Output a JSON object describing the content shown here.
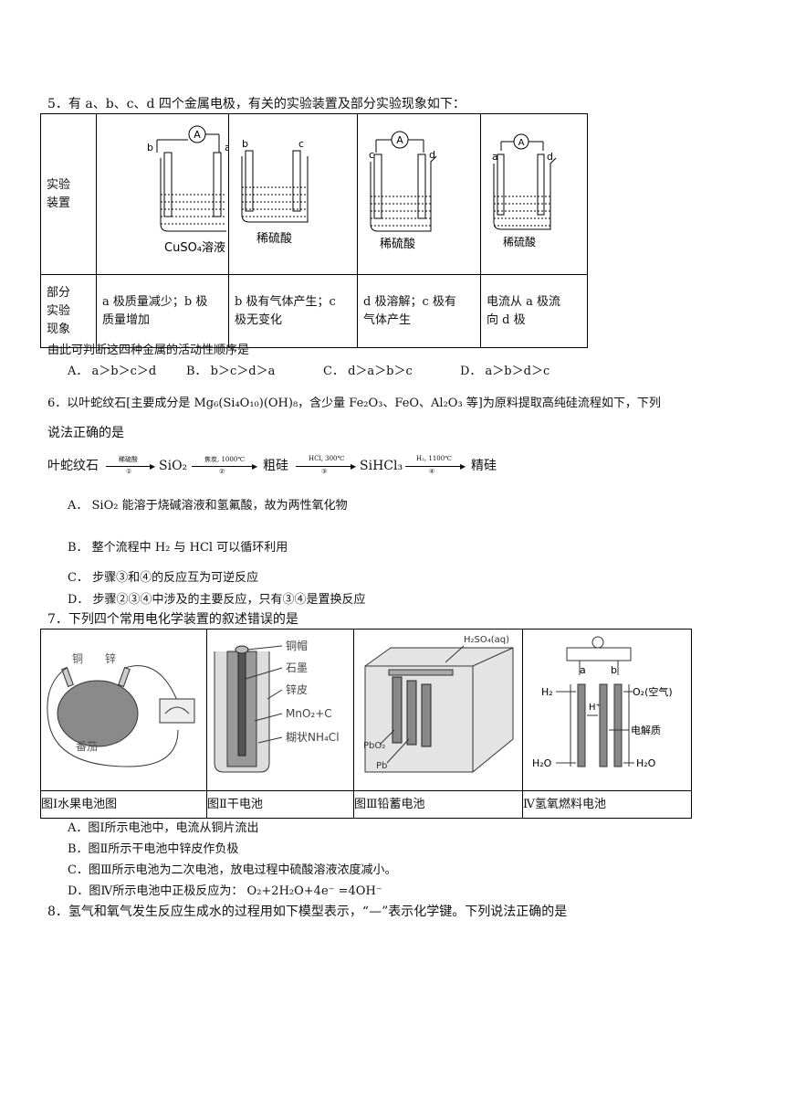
{
  "q5": {
    "stem": "5．有 a、b、c、d 四个金属电极，有关的实验装置及部分实验现象如下：",
    "row1_header": [
      "实验",
      "装置"
    ],
    "row2_header": [
      "部分",
      "实验",
      "现象"
    ],
    "apparatus": [
      {
        "left": "b",
        "right": "a",
        "meter": "A",
        "solution": "CuSO₄溶液"
      },
      {
        "left": "b",
        "right": "c",
        "solution": "稀硫酸"
      },
      {
        "left": "c",
        "right": "d",
        "meter": "A",
        "solution": "稀硫酸"
      },
      {
        "left": "a",
        "right": "d",
        "meter": "A",
        "solution": "稀硫酸"
      }
    ],
    "phenomena": [
      [
        "a 极质量减少；b 极",
        "质量增加"
      ],
      [
        "b 极有气体产生；c",
        "极无变化"
      ],
      [
        "d 极溶解；c 极有",
        "气体产生"
      ],
      [
        "电流从 a 极流",
        "向 d 极"
      ]
    ],
    "conclusion": "由此可判断这四种金属的活动性顺序是",
    "options": [
      "A． a＞b＞c＞d",
      "B． b＞c＞d＞a",
      "C． d＞a＞b＞c",
      "D． a＞b＞d＞c"
    ]
  },
  "q6": {
    "stem_a": "6．以叶蛇纹石[主要成分是 Mg₆(Si₄O₁₀)(OH)₈，含少量 Fe₂O₃、FeO、Al₂O₃ 等]为原料提取高纯硅流程如下，下列",
    "stem_b": "说法正确的是",
    "flow": {
      "s0": "叶蛇纹石",
      "s1": "SiO₂",
      "s2": "粗硅",
      "s3": "SiHCl₃",
      "s4": "精硅",
      "c1": "稀硫酸",
      "n1": "①",
      "c2": "焦炭, 1000℃",
      "n2": "②",
      "c3": "HCl, 300℃",
      "n3": "③",
      "c4": "H₂, 1100℃",
      "n4": "④"
    },
    "options": [
      "A． SiO₂ 能溶于烧碱溶液和氢氟酸，故为两性氧化物",
      "B． 整个流程中 H₂ 与 HCl 可以循环利用",
      "C． 步骤③和④的反应互为可逆反应",
      "D． 步骤②③④中涉及的主要反应，只有③④是置换反应"
    ]
  },
  "q7": {
    "stem": "7．下列四个常用电化学装置的叙述错误的是",
    "fig1": {
      "copper": "铜",
      "zinc": "锌",
      "tomato": "番茄"
    },
    "fig2": {
      "cap": "铜帽",
      "graphite": "石墨",
      "zinc": "锌皮",
      "mno2": "MnO₂+C",
      "paste": "糊状NH₄Cl"
    },
    "fig3": {
      "acid": "H₂SO₄(aq)",
      "pbo2": "PbO₂",
      "pb": "Pb"
    },
    "fig4": {
      "a": "a",
      "b": "b",
      "h2": "H₂",
      "o2": "O₂(空气)",
      "hplus": "H⁺",
      "electrolyte": "电解质",
      "h2o_left": "H₂O",
      "h2o_right": "H₂O"
    },
    "captions": [
      "图Ⅰ水果电池图",
      "图Ⅱ干电池",
      "图Ⅲ铅蓄电池",
      "Ⅳ氢氧燃料电池"
    ],
    "options": [
      "A．图Ⅰ所示电池中，电流从铜片流出",
      "B．图Ⅱ所示干电池中锌皮作负极",
      "C．图Ⅲ所示电池为二次电池，放电过程中硫酸溶液浓度减小。",
      "D．图Ⅳ所示电池中正极反应为： O₂+2H₂O+4e⁻ =4OH⁻"
    ]
  },
  "q8": {
    "stem": "8．氢气和氧气发生反应生成水的过程用如下模型表示，“—”表示化学键。下列说法正确的是"
  }
}
